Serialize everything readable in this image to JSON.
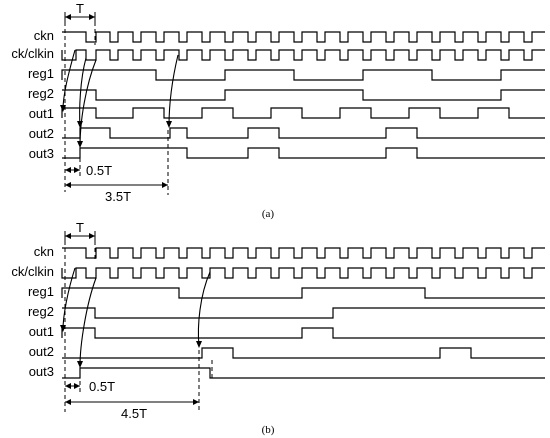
{
  "figure": {
    "panels": [
      {
        "id": "a",
        "caption": "(a)",
        "period_label": "T",
        "signals": [
          {
            "name": "ckn"
          },
          {
            "name": "ck/clkin"
          },
          {
            "name": "reg1"
          },
          {
            "name": "reg2"
          },
          {
            "name": "out1"
          },
          {
            "name": "out2"
          },
          {
            "name": "out3"
          }
        ],
        "delay_short_label": "0.5T",
        "delay_long_label": "3.5T"
      },
      {
        "id": "b",
        "caption": "(b)",
        "period_label": "T",
        "signals": [
          {
            "name": "ckn"
          },
          {
            "name": "ck/clkin"
          },
          {
            "name": "reg1"
          },
          {
            "name": "reg2"
          },
          {
            "name": "out1"
          },
          {
            "name": "out2"
          },
          {
            "name": "out3"
          }
        ],
        "delay_short_label": "0.5T",
        "delay_long_label": "4.5T"
      }
    ]
  }
}
